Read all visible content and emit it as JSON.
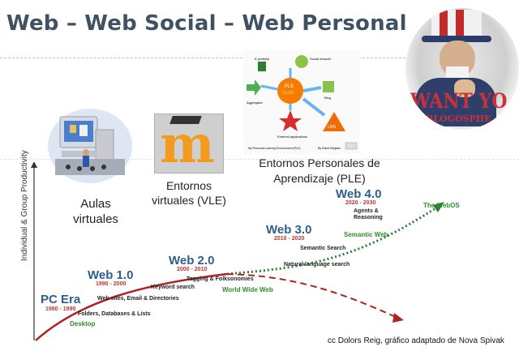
{
  "slide": {
    "title": "Web – Web Social – Web Personal",
    "poster": {
      "headline": "WANT YO",
      "subline": "R BLOGOSPHE"
    },
    "aulas_label": "Aulas virtuales",
    "vle_label": "Entornos virtuales (VLE)",
    "ple_label": "Entornos  Personales de Aprendizaje (PLE)",
    "ple_diagram": {
      "nodes": [
        "E-portfolio",
        "Social network",
        "PLE",
        "Blog",
        "Aggregator",
        "LMS",
        "External applications"
      ],
      "center_sub": "CLCG",
      "caption": "My Personal Learning Environment (PLE)",
      "author": "By David Delgado"
    },
    "credit": "cc Dolors Reig, gráfico adaptado de Nova Spivak"
  },
  "chart": {
    "y_axis_label": "Individual & Group Productivity",
    "eras": [
      {
        "name": "PC Era",
        "years": "1980 - 1990",
        "sub": "Desktop"
      },
      {
        "name": "Web 1.0",
        "years": "1990 - 2000",
        "sub": "World Wide Web"
      },
      {
        "name": "Web 2.0",
        "years": "2000 - 2010"
      },
      {
        "name": "Web 3.0",
        "years": "2010 - 2020",
        "sub": "Semantic Web"
      },
      {
        "name": "Web 4.0",
        "years": "2020 - 2030",
        "sub": "The WebOS"
      }
    ],
    "annotations": [
      "Folders, Databases & Lists",
      "Web sites, Email & Directories",
      "Keyword search",
      "Tagging & Folksonomies",
      "Natural language search",
      "Semantic Search",
      "Agents & Reasoning"
    ],
    "colors": {
      "era_title": "#2c5f8f",
      "era_years": "#c0392b",
      "era_sub": "#2e8b2e",
      "solid_curve": "#b22222",
      "dotted_curve": "#2e7d32",
      "dashed_curve": "#b22222"
    }
  }
}
